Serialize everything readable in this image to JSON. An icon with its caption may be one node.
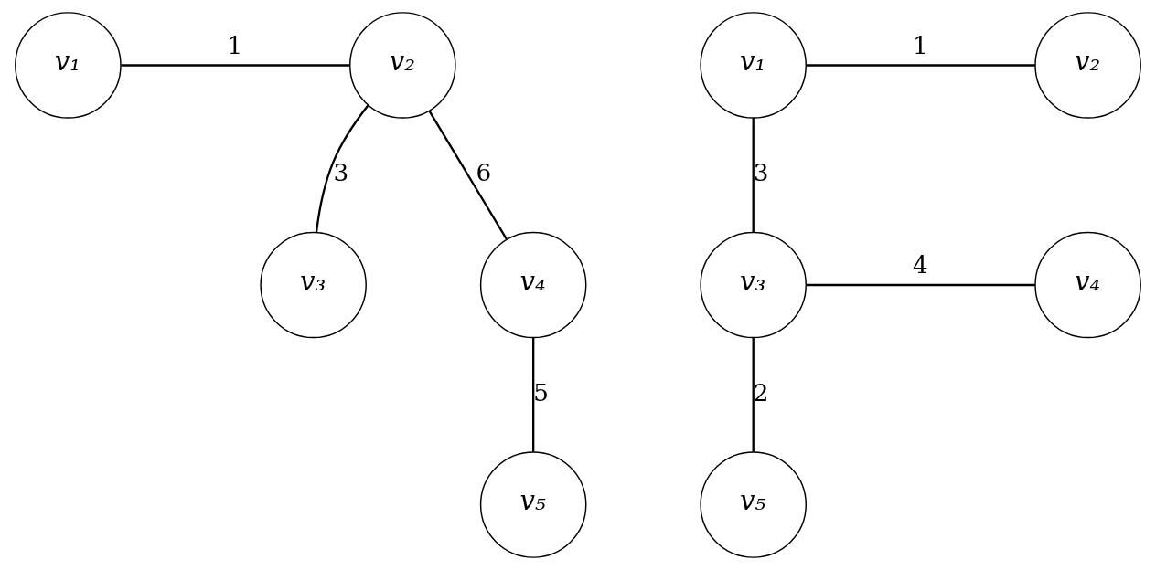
{
  "diagram": {
    "nodes": [
      {
        "text": [
          "v₁"
        ]
      },
      {
        "text": [
          "v₂"
        ]
      },
      {
        "text": [
          "v₃"
        ]
      },
      {
        "text": [
          "v₄"
        ]
      },
      {
        "text": [
          "v₅"
        ]
      },
      {
        "text": [
          "v₁"
        ]
      },
      {
        "text": [
          "v₂"
        ]
      },
      {
        "text": [
          "v₃"
        ]
      },
      {
        "text": [
          "v₄"
        ]
      },
      {
        "text": [
          "v₅"
        ]
      }
    ],
    "edges": [
      {
        "from": 0,
        "to": 1,
        "arrow": "none",
        "label": "1"
      },
      {
        "from": 1,
        "to": 2,
        "arrow": "none",
        "label": "3"
      },
      {
        "from": 1,
        "to": 3,
        "arrow": "none",
        "label": "6"
      },
      {
        "from": 3,
        "to": 4,
        "arrow": "none",
        "label": "5"
      },
      {
        "from": 5,
        "to": 6,
        "arrow": "none",
        "label": "1"
      },
      {
        "from": 5,
        "to": 7,
        "arrow": "none",
        "label": "3"
      },
      {
        "from": 7,
        "to": 8,
        "arrow": "none",
        "label": "4"
      },
      {
        "from": 7,
        "to": 9,
        "arrow": "none",
        "label": "2"
      }
    ]
  }
}
